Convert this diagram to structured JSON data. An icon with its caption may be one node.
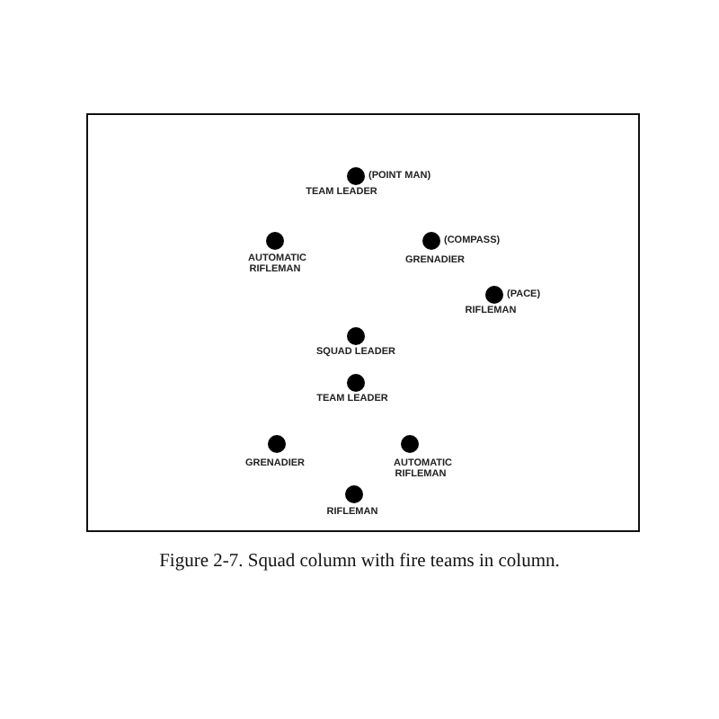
{
  "diagram": {
    "caption": "Figure 2-7. Squad column with fire teams in column.",
    "nodes": [
      {
        "text": [
          "TEAM LEADER"
        ],
        "beside": [
          "(POINT MAN)"
        ]
      },
      {
        "text": [
          "AUTOMATIC RIFLEMAN"
        ]
      },
      {
        "text": [
          "GRENADIER"
        ],
        "beside": [
          "(COMPASS)"
        ]
      },
      {
        "text": [
          "RIFLEMAN"
        ],
        "beside": [
          "(PACE)"
        ]
      },
      {
        "text": [
          "SQUAD LEADER"
        ]
      },
      {
        "text": [
          "TEAM LEADER"
        ]
      },
      {
        "text": [
          "GRENADIER"
        ]
      },
      {
        "text": [
          "AUTOMATIC RIFLEMAN"
        ]
      },
      {
        "text": [
          "RIFLEMAN"
        ]
      }
    ]
  }
}
